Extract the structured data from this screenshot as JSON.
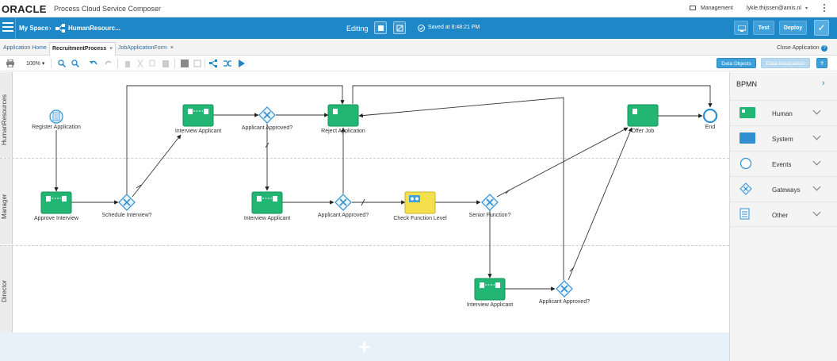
{
  "header": {
    "brand": "ORACLE",
    "app_title": "Process Cloud Service Composer",
    "management": "Management",
    "user": "lykle.thijssen@amis.nl",
    "user_caret": "▾"
  },
  "editbar": {
    "my_space": "My Space",
    "crumb_sep": "›",
    "app_name": "HumanResourc...",
    "mode": "Editing",
    "saved": "Saved at 8:48:21 PM",
    "test": "Test",
    "deploy": "Deploy",
    "check": "✓"
  },
  "tabs": [
    {
      "label": "Application Home",
      "closable": false
    },
    {
      "label": "RecruitmentProcess",
      "closable": true,
      "active": true
    },
    {
      "label": "JobApplicationForm",
      "closable": true
    }
  ],
  "tab_close": "×",
  "close_application": "Close Application",
  "help_glyph": "?",
  "toolbar": {
    "zoom": "100%",
    "zoom_caret": "▾",
    "data_objects": "Data Objects",
    "data_association": "Data Association",
    "help": "?"
  },
  "lanes": [
    "HumanResources",
    "Manager",
    "Director"
  ],
  "add_lane": "+",
  "nodes": {
    "register_application": "Register Application",
    "interview_applicant_hr": "Interview Applicant",
    "applicant_approved_hr": "Applicant Approved?",
    "reject_application": "Reject Application",
    "offer_job": "Offer Job",
    "end": "End",
    "approve_interview": "Approve Interview",
    "schedule_interview": "Schedule Interview?",
    "interview_applicant_mgr": "Interview Applicant",
    "applicant_approved_mgr": "Applicant Approved?",
    "check_function_level": "Check Function Level",
    "senior_function": "Senior Function?",
    "interview_applicant_dir": "Interview Applicant",
    "applicant_approved_dir": "Applicant Approved?"
  },
  "palette": {
    "title": "BPMN",
    "items": [
      {
        "name": "Human",
        "icon": "human-task-icon"
      },
      {
        "name": "System",
        "icon": "system-task-icon"
      },
      {
        "name": "Events",
        "icon": "event-icon"
      },
      {
        "name": "Gateways",
        "icon": "gateway-icon"
      },
      {
        "name": "Other",
        "icon": "document-icon"
      }
    ]
  },
  "colors": {
    "brand_blue": "#1d87c8",
    "human_task": "#22b573",
    "service_task": "#f4e04d",
    "gateway": "#2f8fd0"
  }
}
